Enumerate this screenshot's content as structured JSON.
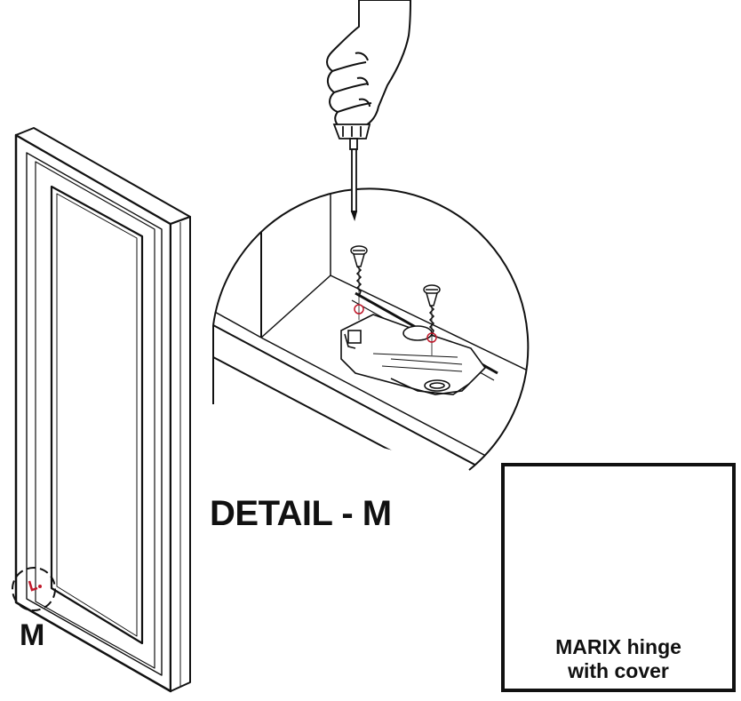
{
  "detail": {
    "title": "DETAIL - M",
    "marker_label": "M"
  },
  "hinge_inset": {
    "caption_line1": "MARIX hinge",
    "caption_line2": "with cover"
  },
  "colors": {
    "line": "#111111",
    "marker_accent": "#c0182a",
    "background": "#ffffff"
  },
  "icons": [
    "hand-icon",
    "screwdriver-icon",
    "screw-icon",
    "hinge-icon"
  ]
}
